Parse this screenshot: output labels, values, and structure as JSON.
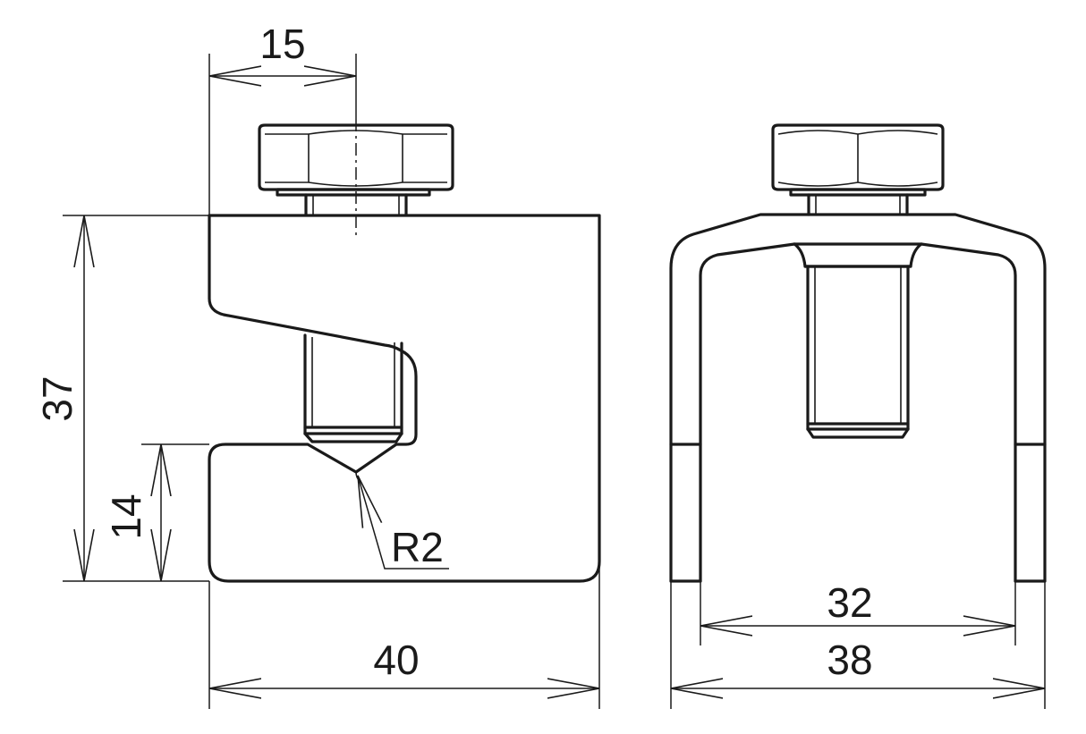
{
  "dimensions": {
    "top_width": "15",
    "overall_height": "37",
    "jaw_height": "14",
    "radius": "R2",
    "side_width": "40",
    "inner_width": "32",
    "outer_width": "38"
  }
}
